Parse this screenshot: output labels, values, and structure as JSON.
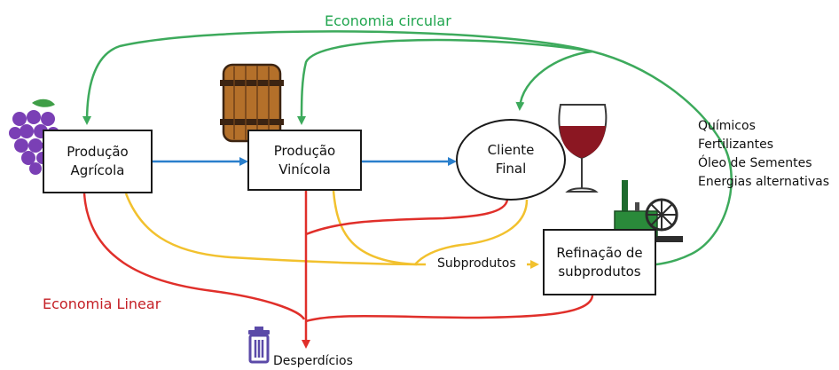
{
  "title_circular": "Economia circular",
  "title_linear": "Economia Linear",
  "nodes": {
    "agricola": [
      "Produção",
      "Agrícola"
    ],
    "vinicola": [
      "Produção",
      "Vinícola"
    ],
    "cliente": [
      "Cliente",
      "Final"
    ],
    "refinacao": [
      "Refinação de",
      "subprodutos"
    ]
  },
  "subprodutos": "Subprodutos",
  "desperdicios": "Desperdícios",
  "uses": [
    "Químicos",
    "Fertilizantes",
    "Óleo de Sementes",
    "Energias alternativas"
  ],
  "colors": {
    "circular": "#3daa5c",
    "linear": "#e02f2a",
    "byproduct": "#f2c12e",
    "flow": "#2a7fcc",
    "grape": "#7a3fb5",
    "barrel": "#b4702a",
    "wine": "#8b1722",
    "trash": "#5b4aa8"
  },
  "icons": [
    "grapes-icon",
    "barrel-icon",
    "wine-glass-icon",
    "steam-engine-icon",
    "trash-icon"
  ]
}
